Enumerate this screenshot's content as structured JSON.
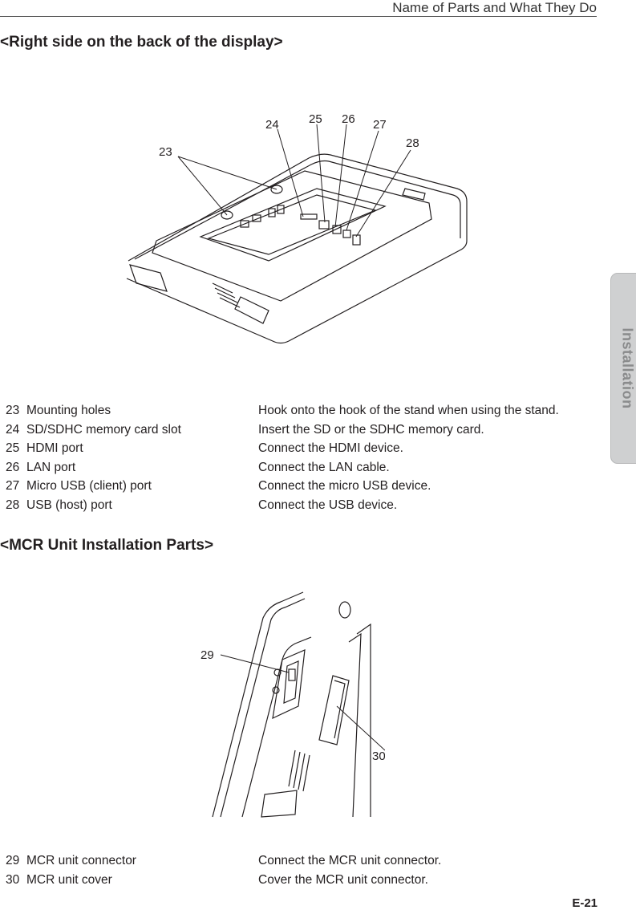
{
  "header": {
    "title": "Name of Parts and What They Do"
  },
  "section1": {
    "title": "<Right side on the back of the display>",
    "callouts": [
      "23",
      "24",
      "25",
      "26",
      "27",
      "28"
    ],
    "parts": [
      {
        "num": "23",
        "name": "Mounting holes",
        "desc": "Hook onto the hook of the stand when using the stand."
      },
      {
        "num": "24",
        "name": "SD/SDHC memory card slot",
        "desc": "Insert the SD or the SDHC memory card."
      },
      {
        "num": "25",
        "name": "HDMI port",
        "desc": "Connect the HDMI device."
      },
      {
        "num": "26",
        "name": "LAN port",
        "desc": "Connect the LAN cable."
      },
      {
        "num": "27",
        "name": "Micro USB (client) port",
        "desc": "Connect the micro USB device."
      },
      {
        "num": "28",
        "name": "USB (host) port",
        "desc": "Connect the USB device."
      }
    ]
  },
  "section2": {
    "title": "<MCR Unit Installation Parts>",
    "callouts": [
      "29",
      "30"
    ],
    "parts": [
      {
        "num": "29",
        "name": "MCR unit connector",
        "desc": "Connect the MCR unit connector."
      },
      {
        "num": "30",
        "name": "MCR unit cover",
        "desc": "Cover the MCR unit connector."
      }
    ]
  },
  "side_tab": {
    "label": "Installation"
  },
  "page": {
    "number": "E-21"
  }
}
